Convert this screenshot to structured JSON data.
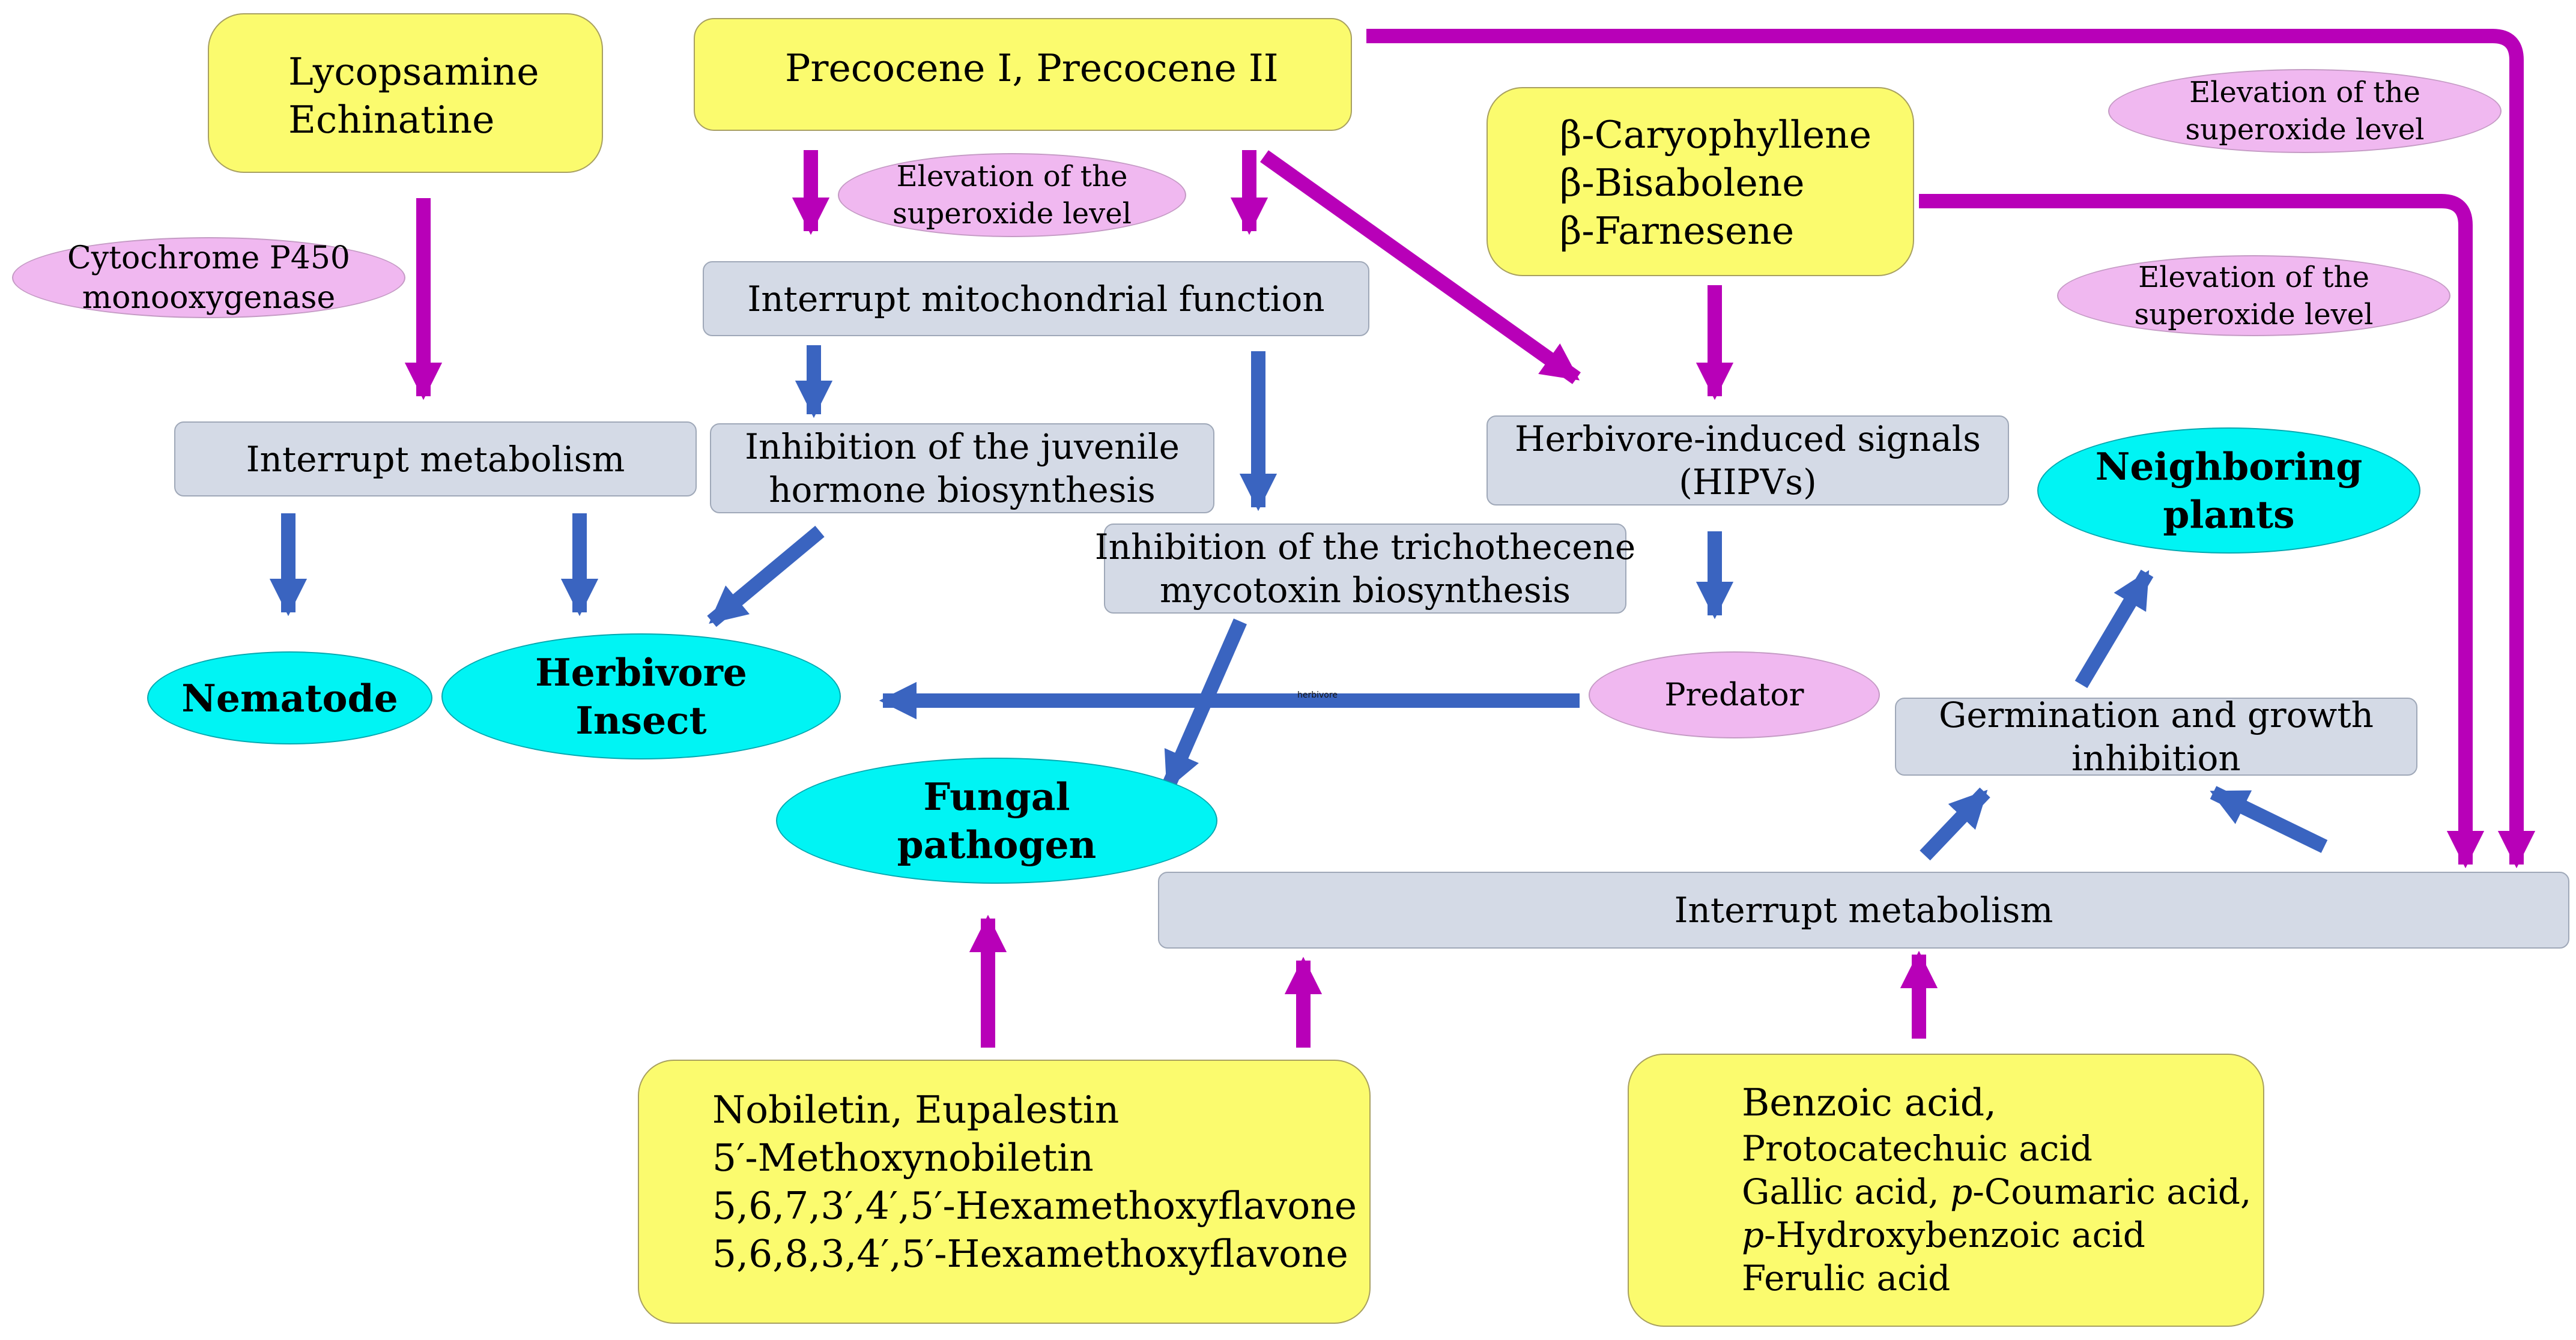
{
  "nodes": {
    "lycopsamine": [
      "Lycopsamine",
      "Echinatine"
    ],
    "precocene": "Precocene I,   Precocene II",
    "caryophyllene": [
      "β-Caryophyllene",
      "β-Bisabolene",
      "β-Farnesene"
    ],
    "nobiletin": [
      "Nobiletin,  Eupalestin",
      "5′-Methoxynobiletin",
      "5,6,7,3′,4′,5′-Hexamethoxyflavone",
      "5,6,8,3,4′,5′-Hexamethoxyflavone"
    ],
    "benzoic": {
      "line1": "Benzoic acid,",
      "line2": "Protocatechuic acid",
      "line3_a": "Gallic acid, ",
      "line3_b": "p",
      "line3_c": "-Coumaric acid,",
      "line4_a": "p",
      "line4_b": "-Hydroxybenzoic acid",
      "line5": "Ferulic acid"
    },
    "cytochrome": [
      "Cytochrome P450",
      "monooxygenase"
    ],
    "superoxide_center": [
      "Elevation of  the",
      "superoxide level"
    ],
    "superoxide_top_right": [
      "Elevation of  the",
      "superoxide level"
    ],
    "superoxide_mid_right": [
      "Elevation of  the",
      "superoxide level"
    ],
    "predator": "Predator",
    "interrupt_mito": "Interrupt mitochondrial function",
    "interrupt_metab_left": "Interrupt metabolism",
    "juvenile": [
      "Inhibition of the juvenile",
      "hormone biosynthesis"
    ],
    "trichothecene": [
      "Inhibition of the  trichothecene",
      "mycotoxin biosynthesis"
    ],
    "hipvs": [
      "Herbivore-induced signals",
      "(HIPVs)"
    ],
    "germination": [
      "Germination and growth",
      "inhibition"
    ],
    "interrupt_metab_bottom": "Interrupt metabolism",
    "nematode": "Nematode",
    "herbivore": [
      "Herbivore",
      "Insect"
    ],
    "fungal": [
      "Fungal",
      "pathogen"
    ],
    "neighboring": [
      "Neighboring",
      "plants"
    ],
    "tiny_label": "herbivore"
  },
  "colors": {
    "magenta_arrow": "#b800b8",
    "blue_arrow": "#3a64c0",
    "yellow_box": "#fbfb6e",
    "gray_box": "#d4dae6",
    "pink_ellipse": "#f0b8f0",
    "cyan_ellipse": "#00f4f4"
  },
  "arrow_types": [
    "magenta-arrow",
    "blue-arrow"
  ]
}
